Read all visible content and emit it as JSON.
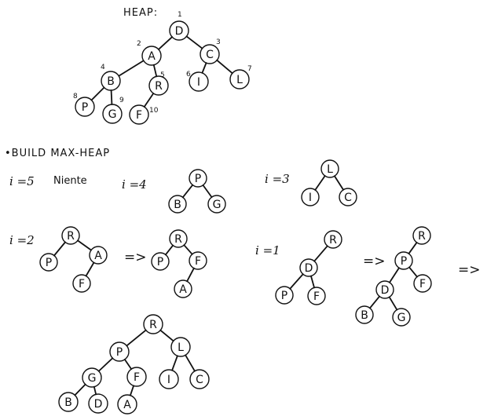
{
  "heading": "HEAP:",
  "section": "•BUILD MAX-HEAP",
  "arrow": "=>",
  "heap": {
    "nodes": [
      "D",
      "A",
      "C",
      "B",
      "R",
      "I",
      "L",
      "P",
      "G",
      "F"
    ],
    "indices": [
      "1",
      "2",
      "3",
      "4",
      "5",
      "6",
      "7",
      "8",
      "9",
      "10"
    ]
  },
  "steps": [
    {
      "label": "i =5",
      "note": "Niente",
      "tree": []
    },
    {
      "label": "i =4",
      "tree": [
        "P",
        "B",
        "G"
      ]
    },
    {
      "label": "i =3",
      "tree": [
        "L",
        "I",
        "C"
      ]
    },
    {
      "label": "i =2",
      "tree": [
        "R",
        "P",
        "A",
        "F"
      ],
      "after": [
        "R",
        "P",
        "F",
        "A"
      ]
    },
    {
      "label": "i =1",
      "tree": [
        "R",
        "D",
        "P",
        "F"
      ],
      "after": [
        "R",
        "P",
        "F",
        "D",
        "B",
        "G"
      ]
    }
  ],
  "result": {
    "nodes": [
      "R",
      "P",
      "L",
      "G",
      "F",
      "I",
      "C",
      "B",
      "D",
      "A"
    ]
  }
}
